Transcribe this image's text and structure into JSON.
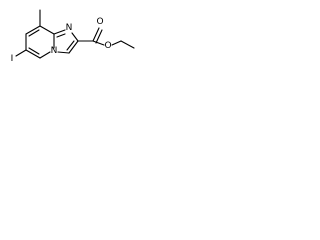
{
  "molecule": {
    "atom_labels": {
      "iodine": "I",
      "ring_nitrogen_top": "N",
      "ring_nitrogen_bridge": "N",
      "ester_carbonyl_oxygen": "O",
      "ester_ether_oxygen": "O"
    }
  }
}
